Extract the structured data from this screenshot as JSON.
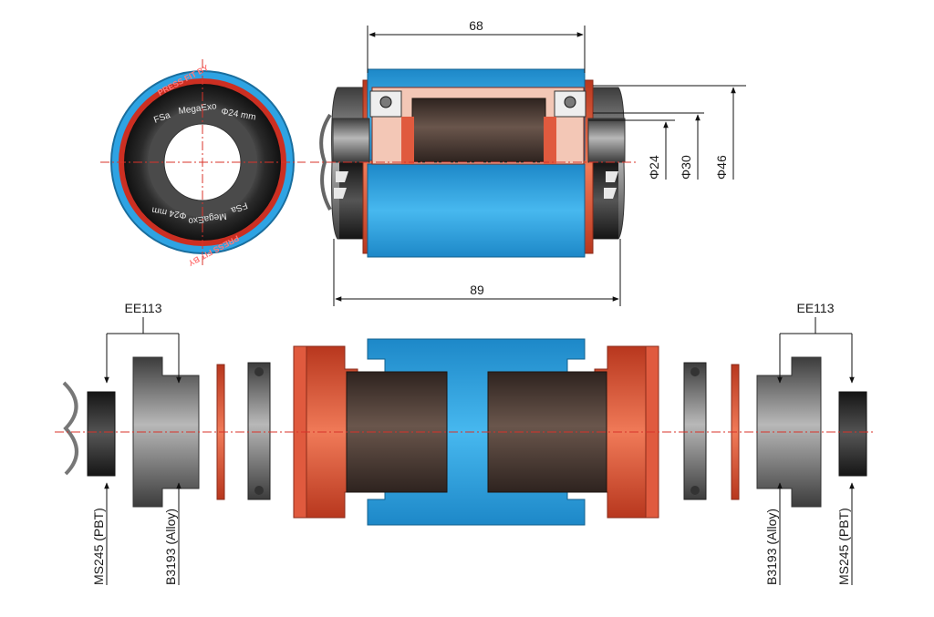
{
  "colors": {
    "shell_blue": "#2ea3e3",
    "cup_red": "#e0553a",
    "cup_red_light": "#f08a6e",
    "spindle_brown": "#4a3a33",
    "alloy_grey": "#8a8a8a",
    "centerline": "#d9332a"
  },
  "dimensions": {
    "width_68": "68",
    "width_89": "89",
    "dia_24": "Φ24",
    "dia_30": "Φ30",
    "dia_46": "Φ46"
  },
  "standard": {
    "left": "EE113",
    "right": "EE113"
  },
  "parts": {
    "left_seal": "MS245 (PBT)",
    "left_cup": "B3193 (Alloy)",
    "right_cup": "B3193 (Alloy)",
    "right_seal": "MS245 (PBT)"
  },
  "ring_print": {
    "brand": "FSa",
    "model": "MegaExo",
    "size": "Φ24 mm",
    "red_text": "PRESS FIT BY"
  }
}
